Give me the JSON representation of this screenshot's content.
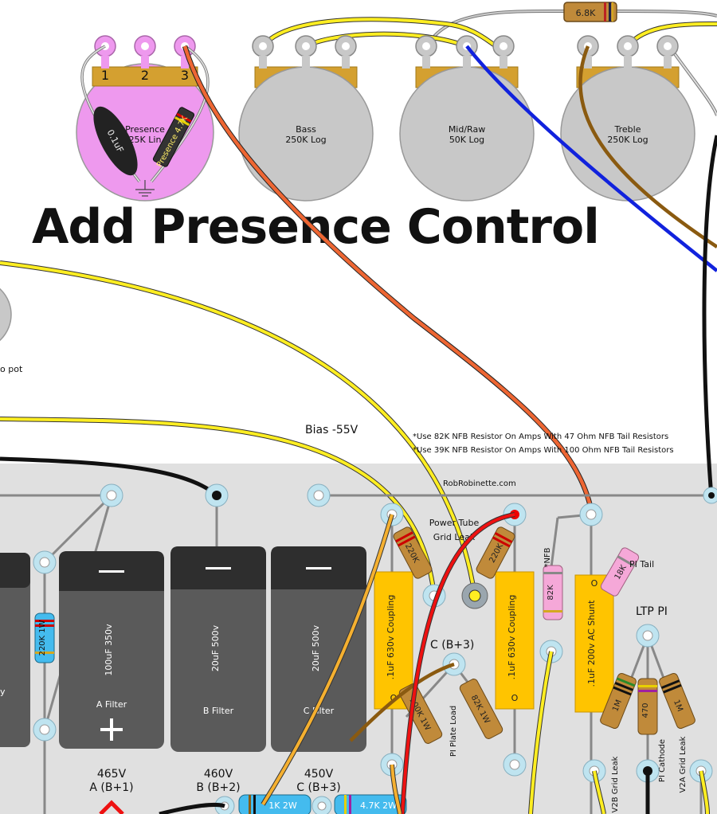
{
  "title": "Add Presence Control",
  "credit": "RobRobinette.com",
  "notes": [
    "*Use 82K NFB Resistor On Amps With 47 Ohm NFB Tail Resistors",
    "*Use 39K NFB Resistor On Amps With 100 Ohm NFB Tail Resistors"
  ],
  "presence": {
    "lugs": [
      "1",
      "2",
      "3"
    ],
    "name": "Presence",
    "value": "25K Lin",
    "cap": "0.1uF",
    "resistor": "Presence 4.7K"
  },
  "pots": [
    {
      "name": "Bass",
      "value": "250K Log"
    },
    {
      "name": "Mid/Raw",
      "value": "50K Log"
    },
    {
      "name": "Treble",
      "value": "250K Log"
    }
  ],
  "top_resistor": "6.8K",
  "left_pot_label": "o pot",
  "bias_label": "Bias -55V",
  "grid_leak_label": [
    "Power Tube",
    "Grid Leak"
  ],
  "filters": [
    {
      "value": "100uF 350v",
      "name": "A  Filter"
    },
    {
      "value": "20uF 500v",
      "name": "B  Filter"
    },
    {
      "value": "20uF 500v",
      "name": "C  Filter"
    }
  ],
  "left_cap_label": "y",
  "voltages": [
    {
      "v": "465V",
      "n": "A (B+1)"
    },
    {
      "v": "460V",
      "n": "B (B+2)"
    },
    {
      "v": "450V",
      "n": "C (B+3)"
    }
  ],
  "resistors": {
    "r220k1w": "220K 1W",
    "coupling_r1": "220K",
    "coupling_r2": "220K",
    "nfb": "82K",
    "nfb_label": "*NFB",
    "pi_tail": "18K",
    "pi_tail_label": "PI Tail",
    "plate1": "100K 1W",
    "plate2": "82K 1W",
    "plate_label": "PI Plate Load",
    "grid1": "1M",
    "cath": "470",
    "grid2": "1M",
    "r1k": "1K 2W",
    "r47k": "4.7K 2W"
  },
  "caps": {
    "coupling1": ".1uF 630v Coupling",
    "coupling2": ".1uF 630v Coupling",
    "shunt": ".1uF 200v AC Shunt",
    "o": "O"
  },
  "cb3_label": "C (B+3)",
  "ltp_label": "LTP PI",
  "bottom_labels": [
    "V2B Grid Leak",
    "PI Cathode",
    "V2A Grid Leak"
  ],
  "colors": {
    "board": "#e0e0e0",
    "presence_pot": "#ee99ee",
    "pot_body": "#c8c8c8",
    "pot_base": "#d4a030",
    "yellow_wire": "#ffee22",
    "orange_wire": "#ee6633",
    "blue_wire": "#1122dd",
    "brown_wire": "#8a5a10",
    "red_wire": "#ee1111",
    "black_wire": "#111111",
    "cap_yellow": "#ffc400",
    "resistor_tan": "#c08a3a",
    "resistor_pink": "#f5a8d8",
    "resistor_blue": "#44bbee",
    "filter_body": "#5a5a5a",
    "filter_top": "#2e2e2e",
    "eyelet": "#bfe4f0"
  }
}
